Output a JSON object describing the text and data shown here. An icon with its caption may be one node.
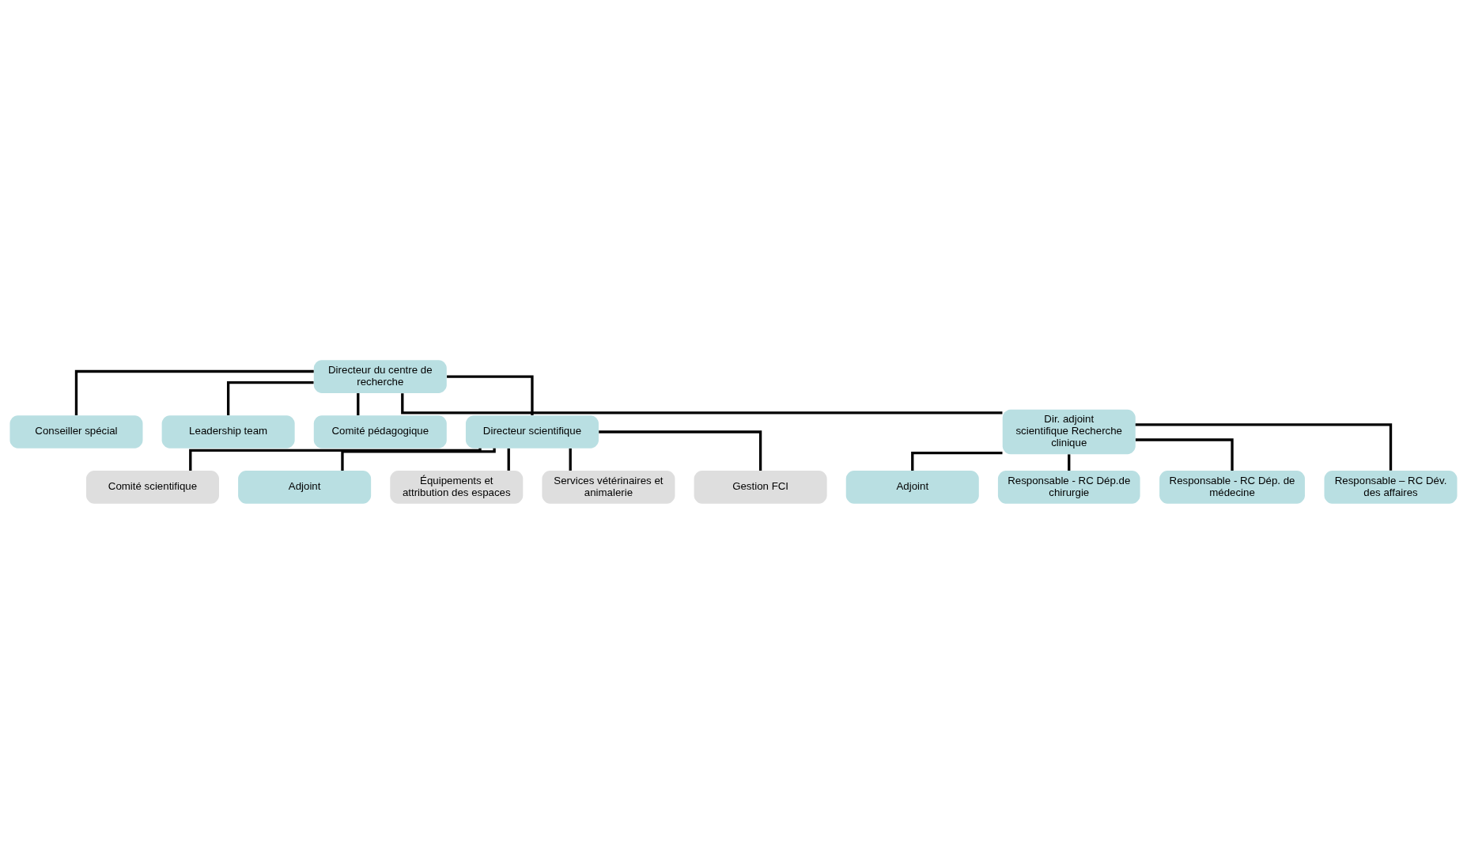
{
  "diagram": {
    "nodes": [
      {
        "text": [
          "Directeur du centre de recherche"
        ]
      },
      {
        "text": [
          "Conseiller spécial"
        ]
      },
      {
        "text": [
          "Leadership team"
        ]
      },
      {
        "text": [
          "Comité pédagogique"
        ]
      },
      {
        "text": [
          "Directeur scientifique"
        ]
      },
      {
        "text": [
          "Dir. adjoint scientifique Recherche clinique"
        ]
      },
      {
        "text": [
          "Comité scientifique"
        ]
      },
      {
        "text": [
          "Adjoint"
        ]
      },
      {
        "text": [
          "Adjoint"
        ]
      },
      {
        "text": [
          "Équipements et attribution des espaces"
        ]
      },
      {
        "text": [
          "Responsable - RC Dép.de chirurgie"
        ]
      },
      {
        "text": [
          "Services vétérinaires et animalerie"
        ]
      },
      {
        "text": [
          "Responsable - RC Dép. de médecine"
        ]
      },
      {
        "text": [
          "Gestion FCI"
        ]
      },
      {
        "text": [
          "Responsable – RC Dév. des affaires"
        ]
      }
    ],
    "edges": [
      {
        "from": 0,
        "to": 1,
        "arrow": "none"
      },
      {
        "from": 0,
        "to": 2,
        "arrow": "none"
      },
      {
        "from": 0,
        "to": 3,
        "arrow": "none"
      },
      {
        "from": 0,
        "to": 4,
        "arrow": "none"
      },
      {
        "from": 0,
        "to": 5,
        "arrow": "none"
      },
      {
        "from": 4,
        "to": 6,
        "arrow": "none"
      },
      {
        "from": 4,
        "to": 7,
        "arrow": "none"
      },
      {
        "from": 4,
        "to": 9,
        "arrow": "none"
      },
      {
        "from": 4,
        "to": 11,
        "arrow": "none"
      },
      {
        "from": 4,
        "to": 13,
        "arrow": "none"
      },
      {
        "from": 5,
        "to": 8,
        "arrow": "none"
      },
      {
        "from": 5,
        "to": 10,
        "arrow": "none"
      },
      {
        "from": 5,
        "to": 12,
        "arrow": "none"
      },
      {
        "from": 5,
        "to": 14,
        "arrow": "none"
      }
    ]
  }
}
